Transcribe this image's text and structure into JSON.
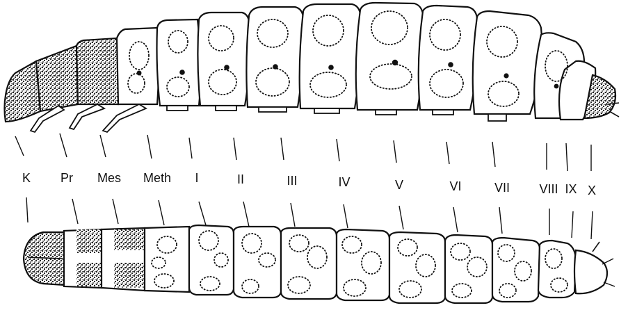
{
  "labels": [
    {
      "id": "K",
      "text": "K"
    },
    {
      "id": "Pr",
      "text": "Pr"
    },
    {
      "id": "Mes",
      "text": "Mes"
    },
    {
      "id": "Meth",
      "text": "Meth"
    },
    {
      "id": "I",
      "text": "I"
    },
    {
      "id": "II",
      "text": "II"
    },
    {
      "id": "III",
      "text": "III"
    },
    {
      "id": "IV",
      "text": "IV"
    },
    {
      "id": "V",
      "text": "V"
    },
    {
      "id": "VI",
      "text": "VI"
    },
    {
      "id": "VII",
      "text": "VII"
    },
    {
      "id": "VIII",
      "text": "VIII"
    },
    {
      "id": "IX",
      "text": "IX"
    },
    {
      "id": "X",
      "text": "X"
    }
  ],
  "colors": {
    "ink": "#111111",
    "paper": "#ffffff"
  }
}
